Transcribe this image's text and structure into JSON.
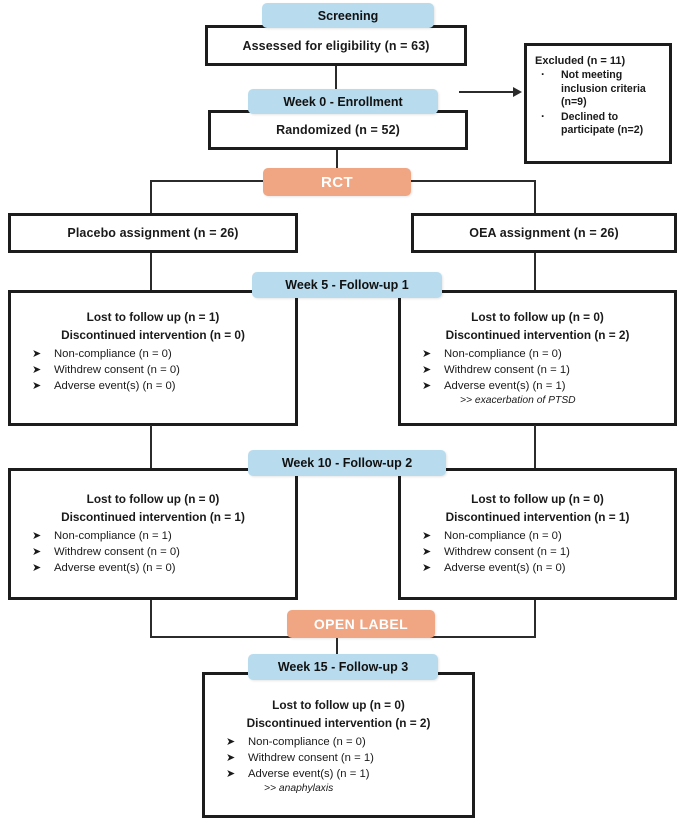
{
  "diagram": {
    "title": "CONSORT participant flow diagram",
    "colors": {
      "stage_blue": "#b8dcee",
      "phase_orange": "#f0a683",
      "box_border": "#1c1c1c",
      "connector": "#2b2b2b"
    }
  },
  "stage_labels": {
    "screening": "Screening",
    "enrollment": "Week 0 - Enrollment",
    "rct": "RCT",
    "followup1": "Week 5 - Follow-up 1",
    "followup2": "Week 10 - Follow-up 2",
    "open_label": "OPEN LABEL",
    "followup3": "Week 15 - Follow-up 3"
  },
  "screening": {
    "assessed": "Assessed for eligibility (n = 63)"
  },
  "excluded": {
    "header": "Excluded (n = 11)",
    "bullet_glyph": "·",
    "items": [
      "Not meeting inclusion criteria (n=9)",
      "Declined to participate (n=2)"
    ]
  },
  "enrollment": {
    "randomized": "Randomized (n = 52)"
  },
  "assignment": {
    "placebo": "Placebo assignment (n = 26)",
    "oea": "OEA assignment (n = 26)"
  },
  "arrow_glyph": "➤",
  "followups": [
    {
      "id": "week5-placebo",
      "arm": "placebo",
      "lost": "Lost to follow up (n = 1)",
      "discontinued": "Discontinued intervention (n = 0)",
      "reasons": [
        "Non-compliance (n = 0)",
        "Withdrew consent (n = 0)",
        "Adverse event(s) (n = 0)"
      ],
      "note": ""
    },
    {
      "id": "week5-oea",
      "arm": "oea",
      "lost": "Lost to follow up (n = 0)",
      "discontinued": "Discontinued intervention (n = 2)",
      "reasons": [
        "Non-compliance (n = 0)",
        "Withdrew consent (n = 1)",
        "Adverse event(s) (n = 1)"
      ],
      "note": ">> exacerbation of PTSD"
    },
    {
      "id": "week10-placebo",
      "arm": "placebo",
      "lost": "Lost to follow up (n = 0)",
      "discontinued": "Discontinued intervention (n = 1)",
      "reasons": [
        "Non-compliance (n = 1)",
        "Withdrew consent (n = 0)",
        "Adverse event(s) (n = 0)"
      ],
      "note": ""
    },
    {
      "id": "week10-oea",
      "arm": "oea",
      "lost": "Lost to follow up (n = 0)",
      "discontinued": "Discontinued intervention (n = 1)",
      "reasons": [
        "Non-compliance (n = 0)",
        "Withdrew consent (n = 1)",
        "Adverse event(s) (n = 0)"
      ],
      "note": ""
    },
    {
      "id": "week15-open",
      "arm": "combined",
      "lost": "Lost to follow up (n = 0)",
      "discontinued": "Discontinued intervention (n = 2)",
      "reasons": [
        "Non-compliance (n = 0)",
        "Withdrew consent (n = 1)",
        "Adverse event(s) (n = 1)"
      ],
      "note": ">> anaphylaxis"
    }
  ]
}
